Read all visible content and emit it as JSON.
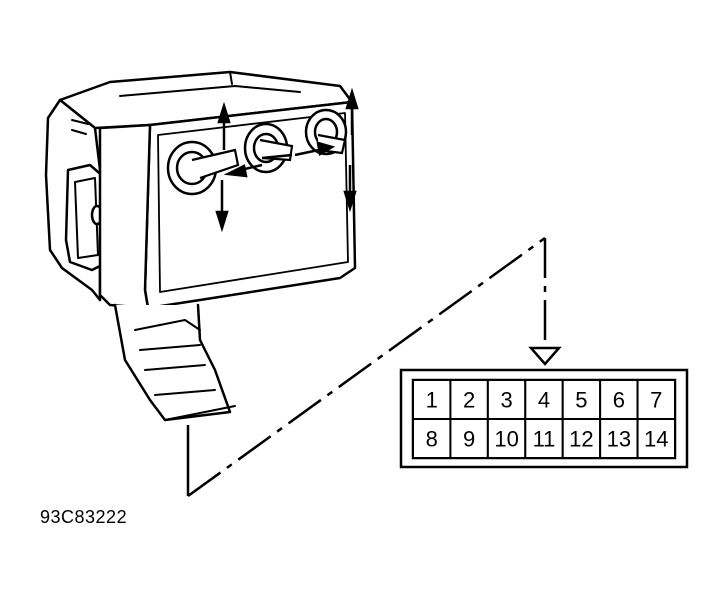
{
  "figure": {
    "id_label": "93C83222"
  },
  "connector": {
    "pins_top": [
      "1",
      "2",
      "3",
      "4",
      "5",
      "6",
      "7"
    ],
    "pins_bottom": [
      "8",
      "9",
      "10",
      "11",
      "12",
      "13",
      "14"
    ]
  }
}
